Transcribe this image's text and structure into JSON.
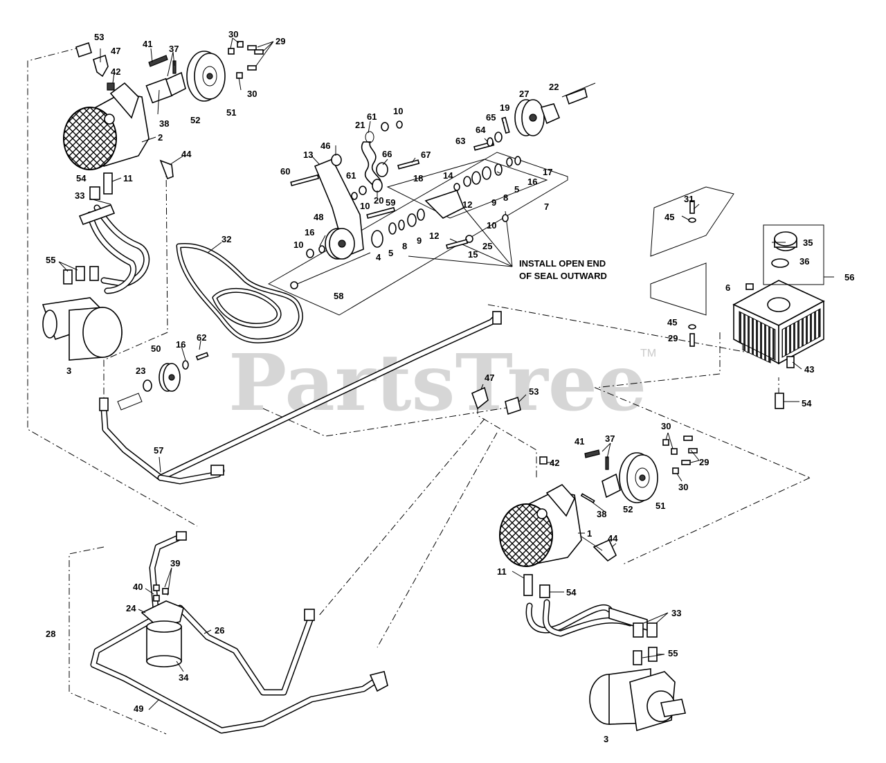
{
  "watermark": {
    "text": "PartsTree",
    "trademark": "TM"
  },
  "note": {
    "line1": "INSTALL OPEN END",
    "line2": "OF SEAL OUTWARD"
  },
  "callouts": [
    {
      "id": "c53a",
      "text": "53"
    },
    {
      "id": "c47a",
      "text": "47"
    },
    {
      "id": "c41a",
      "text": "41"
    },
    {
      "id": "c37a",
      "text": "37"
    },
    {
      "id": "c30a",
      "text": "30"
    },
    {
      "id": "c29a",
      "text": "29"
    },
    {
      "id": "c30b",
      "text": "30"
    },
    {
      "id": "c42a",
      "text": "42"
    },
    {
      "id": "c51a",
      "text": "51"
    },
    {
      "id": "c52a",
      "text": "52"
    },
    {
      "id": "c38a",
      "text": "38"
    },
    {
      "id": "c2",
      "text": "2"
    },
    {
      "id": "c44a",
      "text": "44"
    },
    {
      "id": "c54a",
      "text": "54"
    },
    {
      "id": "c11a",
      "text": "11"
    },
    {
      "id": "c33a",
      "text": "33"
    },
    {
      "id": "c55a",
      "text": "55"
    },
    {
      "id": "c3a",
      "text": "3"
    },
    {
      "id": "c32",
      "text": "32"
    },
    {
      "id": "c50",
      "text": "50"
    },
    {
      "id": "c16a",
      "text": "16"
    },
    {
      "id": "c62",
      "text": "62"
    },
    {
      "id": "c23",
      "text": "23"
    },
    {
      "id": "c61a",
      "text": "61"
    },
    {
      "id": "c10a",
      "text": "10"
    },
    {
      "id": "c21",
      "text": "21"
    },
    {
      "id": "c46",
      "text": "46"
    },
    {
      "id": "c13",
      "text": "13"
    },
    {
      "id": "c66",
      "text": "66"
    },
    {
      "id": "c67",
      "text": "67"
    },
    {
      "id": "c60",
      "text": "60"
    },
    {
      "id": "c61b",
      "text": "61"
    },
    {
      "id": "c10b",
      "text": "10"
    },
    {
      "id": "c20",
      "text": "20"
    },
    {
      "id": "c59",
      "text": "59"
    },
    {
      "id": "c48",
      "text": "48"
    },
    {
      "id": "c16b",
      "text": "16"
    },
    {
      "id": "c10c",
      "text": "10"
    },
    {
      "id": "c4",
      "text": "4"
    },
    {
      "id": "c5a",
      "text": "5"
    },
    {
      "id": "c8a",
      "text": "8"
    },
    {
      "id": "c9a",
      "text": "9"
    },
    {
      "id": "c12a",
      "text": "12"
    },
    {
      "id": "c58",
      "text": "58"
    },
    {
      "id": "c15",
      "text": "15"
    },
    {
      "id": "c25",
      "text": "25"
    },
    {
      "id": "c10d",
      "text": "10"
    },
    {
      "id": "c18",
      "text": "18"
    },
    {
      "id": "c14",
      "text": "14"
    },
    {
      "id": "c12b",
      "text": "12"
    },
    {
      "id": "c9b",
      "text": "9"
    },
    {
      "id": "c8b",
      "text": "8"
    },
    {
      "id": "c5b",
      "text": "5"
    },
    {
      "id": "c16c",
      "text": "16"
    },
    {
      "id": "c17",
      "text": "17"
    },
    {
      "id": "c7",
      "text": "7"
    },
    {
      "id": "c63",
      "text": "63"
    },
    {
      "id": "c64",
      "text": "64"
    },
    {
      "id": "c65",
      "text": "65"
    },
    {
      "id": "c19",
      "text": "19"
    },
    {
      "id": "c27",
      "text": "27"
    },
    {
      "id": "c22",
      "text": "22"
    },
    {
      "id": "c31",
      "text": "31"
    },
    {
      "id": "c45a",
      "text": "45"
    },
    {
      "id": "c35",
      "text": "35"
    },
    {
      "id": "c36",
      "text": "36"
    },
    {
      "id": "c56",
      "text": "56"
    },
    {
      "id": "c6",
      "text": "6"
    },
    {
      "id": "c45b",
      "text": "45"
    },
    {
      "id": "c29b",
      "text": "29"
    },
    {
      "id": "c43",
      "text": "43"
    },
    {
      "id": "c54b",
      "text": "54"
    },
    {
      "id": "c47b",
      "text": "47"
    },
    {
      "id": "c53b",
      "text": "53"
    },
    {
      "id": "c57",
      "text": "57"
    },
    {
      "id": "c41b",
      "text": "41"
    },
    {
      "id": "c37b",
      "text": "37"
    },
    {
      "id": "c30c",
      "text": "30"
    },
    {
      "id": "c29c",
      "text": "29"
    },
    {
      "id": "c30d",
      "text": "30"
    },
    {
      "id": "c42b",
      "text": "42"
    },
    {
      "id": "c52b",
      "text": "52"
    },
    {
      "id": "c51b",
      "text": "51"
    },
    {
      "id": "c38b",
      "text": "38"
    },
    {
      "id": "c1",
      "text": "1"
    },
    {
      "id": "c44b",
      "text": "44"
    },
    {
      "id": "c11b",
      "text": "11"
    },
    {
      "id": "c54c",
      "text": "54"
    },
    {
      "id": "c33b",
      "text": "33"
    },
    {
      "id": "c55b",
      "text": "55"
    },
    {
      "id": "c3b",
      "text": "3"
    },
    {
      "id": "c39",
      "text": "39"
    },
    {
      "id": "c40",
      "text": "40"
    },
    {
      "id": "c24",
      "text": "24"
    },
    {
      "id": "c26",
      "text": "26"
    },
    {
      "id": "c28",
      "text": "28"
    },
    {
      "id": "c34",
      "text": "34"
    },
    {
      "id": "c49",
      "text": "49"
    }
  ]
}
